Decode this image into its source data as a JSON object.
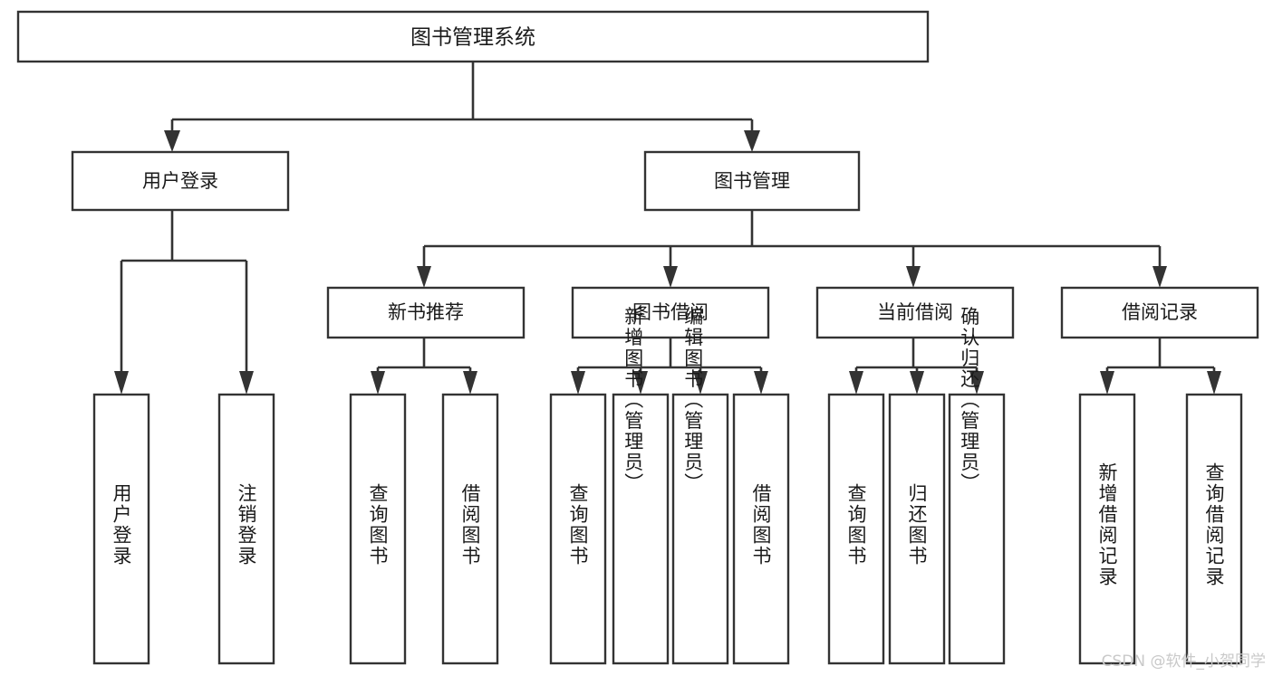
{
  "diagram": {
    "type": "tree-hierarchy",
    "title": "图书管理系统",
    "watermark": "CSDN @软件_小贺同学",
    "colors": {
      "box_stroke": "#333333",
      "box_fill": "#ffffff",
      "text": "#1a1a1a",
      "watermark": "#c9c9c9",
      "background": "#ffffff"
    },
    "levels": {
      "root": {
        "label": "图书管理系统"
      },
      "level2": [
        {
          "label": "用户登录"
        },
        {
          "label": "图书管理"
        }
      ],
      "level3": [
        {
          "label": "新书推荐",
          "parent": "图书管理"
        },
        {
          "label": "图书借阅",
          "parent": "图书管理"
        },
        {
          "label": "当前借阅",
          "parent": "图书管理"
        },
        {
          "label": "借阅记录",
          "parent": "图书管理"
        }
      ],
      "leaves": [
        {
          "label": "用户登录",
          "parent": "用户登录"
        },
        {
          "label": "注销登录",
          "parent": "用户登录"
        },
        {
          "label": "查询图书",
          "parent": "新书推荐"
        },
        {
          "label": "借阅图书",
          "parent": "新书推荐"
        },
        {
          "label": "查询图书",
          "parent": "图书借阅"
        },
        {
          "label": "新增图书（管理员）",
          "parent": "图书借阅"
        },
        {
          "label": "编辑图书（管理员）",
          "parent": "图书借阅"
        },
        {
          "label": "借阅图书",
          "parent": "图书借阅"
        },
        {
          "label": "查询图书",
          "parent": "当前借阅"
        },
        {
          "label": "归还图书",
          "parent": "当前借阅"
        },
        {
          "label": "确认归还（管理员）",
          "parent": "当前借阅"
        },
        {
          "label": "新增借阅记录",
          "parent": "借阅记录"
        },
        {
          "label": "查询借阅记录",
          "parent": "借阅记录"
        }
      ]
    }
  }
}
